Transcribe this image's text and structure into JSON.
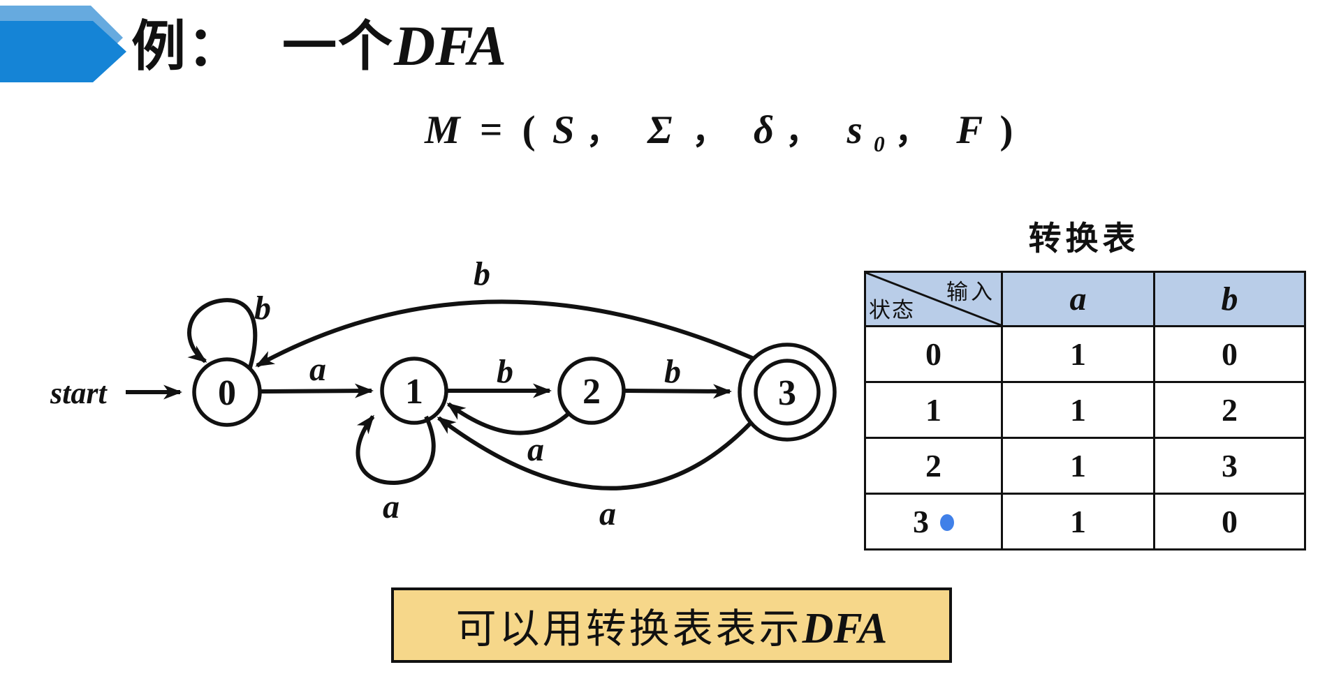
{
  "title": {
    "cn": "例：",
    "mid": "一个",
    "en": "DFA"
  },
  "formula": {
    "segments": [
      "M",
      "=",
      "(",
      "S",
      "，",
      "Σ",
      "，",
      "δ",
      "，",
      "s",
      "0",
      "，",
      "F",
      ")"
    ]
  },
  "diagram": {
    "start_label": "start",
    "states": [
      {
        "label": "0",
        "accepting": false,
        "start": true
      },
      {
        "label": "1",
        "accepting": false
      },
      {
        "label": "2",
        "accepting": false
      },
      {
        "label": "3",
        "accepting": true
      }
    ],
    "edge_labels": {
      "e01": "a",
      "e12": "b",
      "e23": "b",
      "e30": "b",
      "e21": "a",
      "e31": "a",
      "loop0": "b",
      "loop1": "a"
    },
    "transitions": [
      {
        "from": "0",
        "on": "a",
        "to": "1"
      },
      {
        "from": "0",
        "on": "b",
        "to": "0"
      },
      {
        "from": "1",
        "on": "a",
        "to": "1"
      },
      {
        "from": "1",
        "on": "b",
        "to": "2"
      },
      {
        "from": "2",
        "on": "a",
        "to": "1"
      },
      {
        "from": "2",
        "on": "b",
        "to": "3"
      },
      {
        "from": "3",
        "on": "a",
        "to": "1"
      },
      {
        "from": "3",
        "on": "b",
        "to": "0"
      }
    ]
  },
  "transition_table": {
    "title": "转换表",
    "corner": {
      "top_right": "输入",
      "bottom_left": "状态"
    },
    "columns": [
      "a",
      "b"
    ],
    "rows": [
      {
        "state": "0",
        "a": "1",
        "b": "0",
        "accepting": false
      },
      {
        "state": "1",
        "a": "1",
        "b": "2",
        "accepting": false
      },
      {
        "state": "2",
        "a": "1",
        "b": "3",
        "accepting": false
      },
      {
        "state": "3",
        "a": "1",
        "b": "0",
        "accepting": true
      }
    ]
  },
  "note": {
    "cn": "可以用转换表表示",
    "en": "DFA"
  },
  "colors": {
    "accent_blue": "#1584d6",
    "accent_blue_light": "#66aadf",
    "table_header_bg": "#b9cde8",
    "note_bg": "#f6d78a",
    "accepting_dot": "#4080e8",
    "ink": "#111111"
  }
}
